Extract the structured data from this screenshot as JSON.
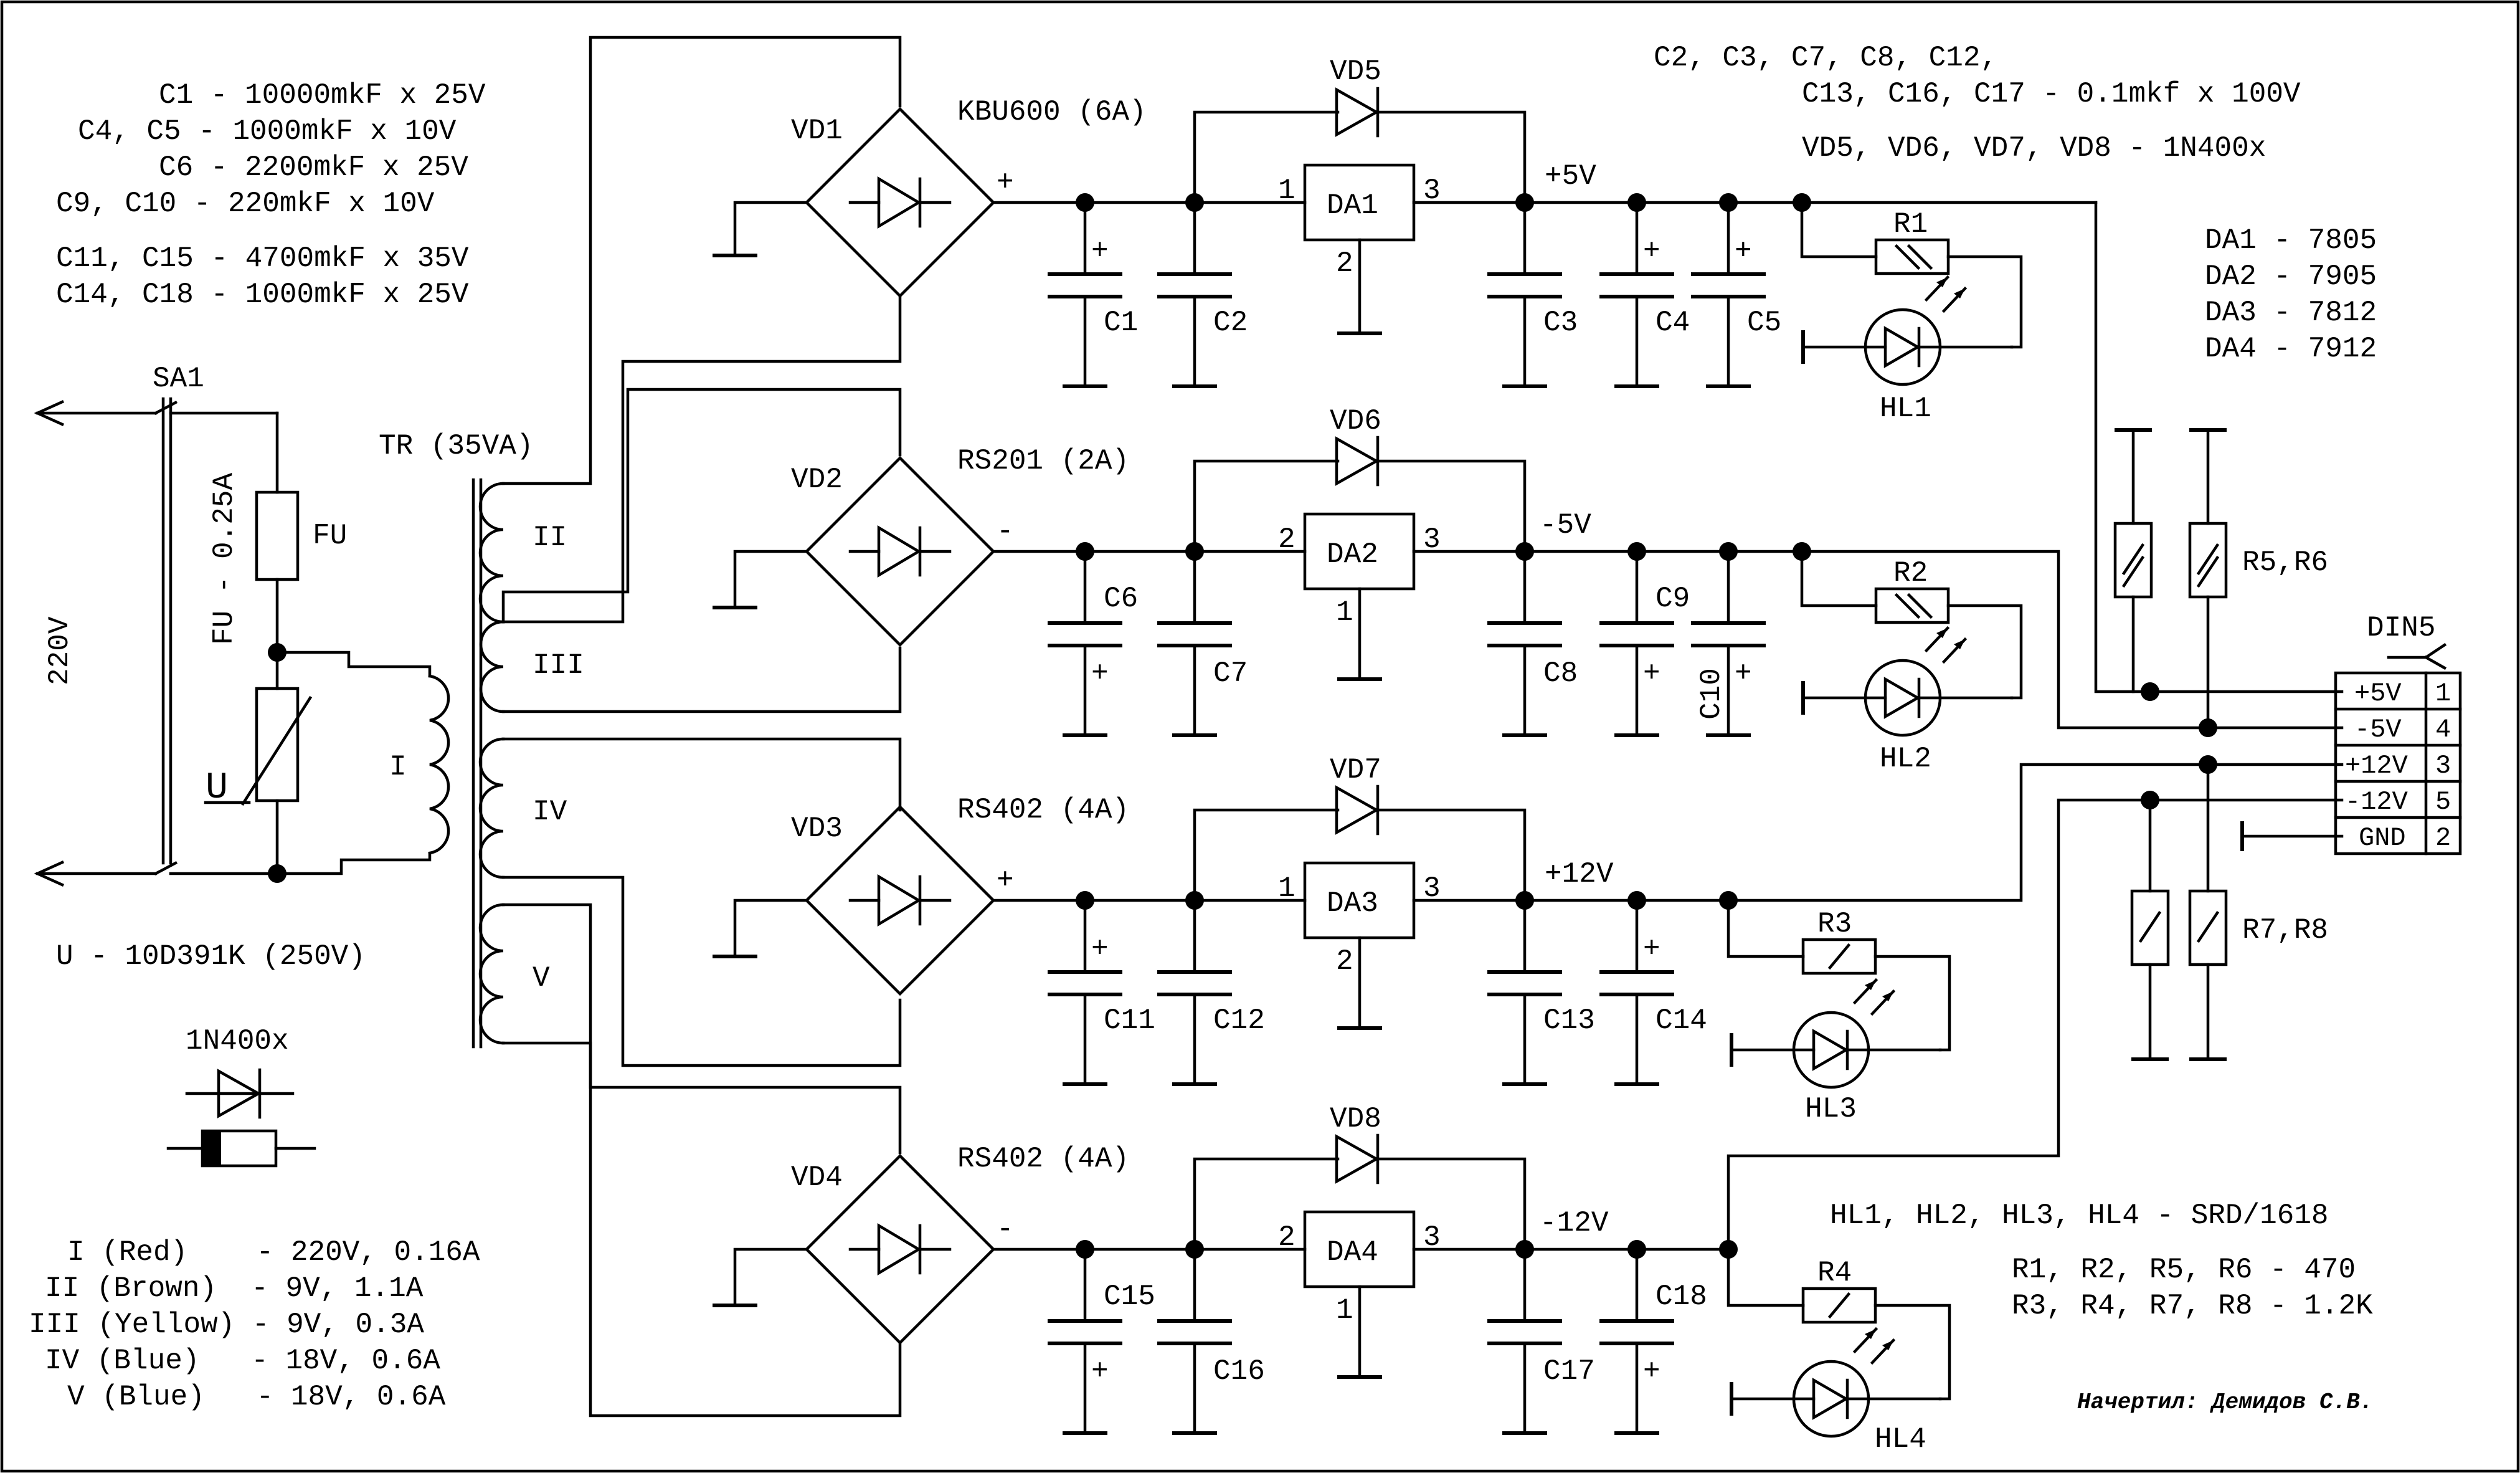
{
  "notes": {
    "left": [
      "C1 - 10000mkF x 25V",
      "C4, C5 - 1000mkF x 10V",
      "C6 - 2200mkF x 25V",
      "C9, C10 - 220mkF x 10V",
      "C11, C15 - 4700mkF x 35V",
      "C14, C18 - 1000mkF x 25V"
    ],
    "top_right": [
      "C2, C3, C7, C8, C12,",
      "C13, C16, C17 - 0.1mkf x 100V",
      "VD5, VD6, VD7, VD8 - 1N400x"
    ],
    "regulators": [
      "DA1 - 7805",
      "DA2 - 7905",
      "DA3 - 7812",
      "DA4 - 7912"
    ],
    "varistor": "U - 10D391K (250V)",
    "diode_type": "1N400x",
    "windings": [
      "I (Red)    - 220V, 0.16A",
      "II (Brown)  - 9V, 1.1A",
      "III (Yellow) - 9V, 0.3A",
      "IV (Blue)   - 18V, 0.6A",
      "V (Blue)   - 18V, 0.6A"
    ],
    "leds": "HL1, HL2, HL3, HL4 - SRD/1618",
    "resistors": [
      "R1, R2, R5, R6 - 470",
      "R3, R4, R7, R8 - 1.2K"
    ],
    "author": "Начертил: Демидов С.В."
  },
  "labels": {
    "mains": "220V",
    "switch": "SA1",
    "fuse_rating": "FU - 0.25A",
    "fuse": "FU",
    "varistor": "U",
    "transformer": "TR (35VA)",
    "winding_i": "I",
    "winding_ii": "II",
    "winding_iii": "III",
    "winding_iv": "IV",
    "winding_v": "V",
    "connector": "DIN5"
  },
  "rows": [
    {
      "bridge": "VD1",
      "bridge_type": "KBU600 (6A)",
      "polarity": "+",
      "cap_main": "C1",
      "cap_hf": "C2",
      "protect_diode": "VD5",
      "reg": "DA1",
      "pin_in": "1",
      "pin_gnd": "2",
      "pin_out": "3",
      "output": "+5V",
      "cap_out_hf": "C3",
      "cap_out_a": "C4",
      "cap_out_b": "C5",
      "resistor": "R1",
      "led": "HL1"
    },
    {
      "bridge": "VD2",
      "bridge_type": "RS201 (2A)",
      "polarity": "-",
      "cap_main": "C6",
      "cap_hf": "C7",
      "protect_diode": "VD6",
      "reg": "DA2",
      "pin_in": "2",
      "pin_gnd": "1",
      "pin_out": "3",
      "output": "-5V",
      "cap_out_hf": "C8",
      "cap_out_a": "C9",
      "cap_out_b": "C10",
      "resistor": "R2",
      "led": "HL2"
    },
    {
      "bridge": "VD3",
      "bridge_type": "RS402 (4A)",
      "polarity": "+",
      "cap_main": "C11",
      "cap_hf": "C12",
      "protect_diode": "VD7",
      "reg": "DA3",
      "pin_in": "1",
      "pin_gnd": "2",
      "pin_out": "3",
      "output": "+12V",
      "cap_out_hf": "C13",
      "cap_out_a": "C14",
      "resistor": "R3",
      "led": "HL3"
    },
    {
      "bridge": "VD4",
      "bridge_type": "RS402 (4A)",
      "polarity": "-",
      "cap_main": "C15",
      "cap_hf": "C16",
      "protect_diode": "VD8",
      "reg": "DA4",
      "pin_in": "2",
      "pin_gnd": "1",
      "pin_out": "3",
      "output": "-12V",
      "cap_out_hf": "C17",
      "cap_out_a": "C18",
      "resistor": "R4",
      "led": "HL4"
    }
  ],
  "plus_sign": "+",
  "resistor_pairs": [
    "R5,R6",
    "R7,R8"
  ],
  "din_pins": [
    {
      "signal": "+5V",
      "pin": "1"
    },
    {
      "signal": "-5V",
      "pin": "4"
    },
    {
      "signal": "+12V",
      "pin": "3"
    },
    {
      "signal": "-12V",
      "pin": "5"
    },
    {
      "signal": "GND",
      "pin": "2"
    }
  ]
}
